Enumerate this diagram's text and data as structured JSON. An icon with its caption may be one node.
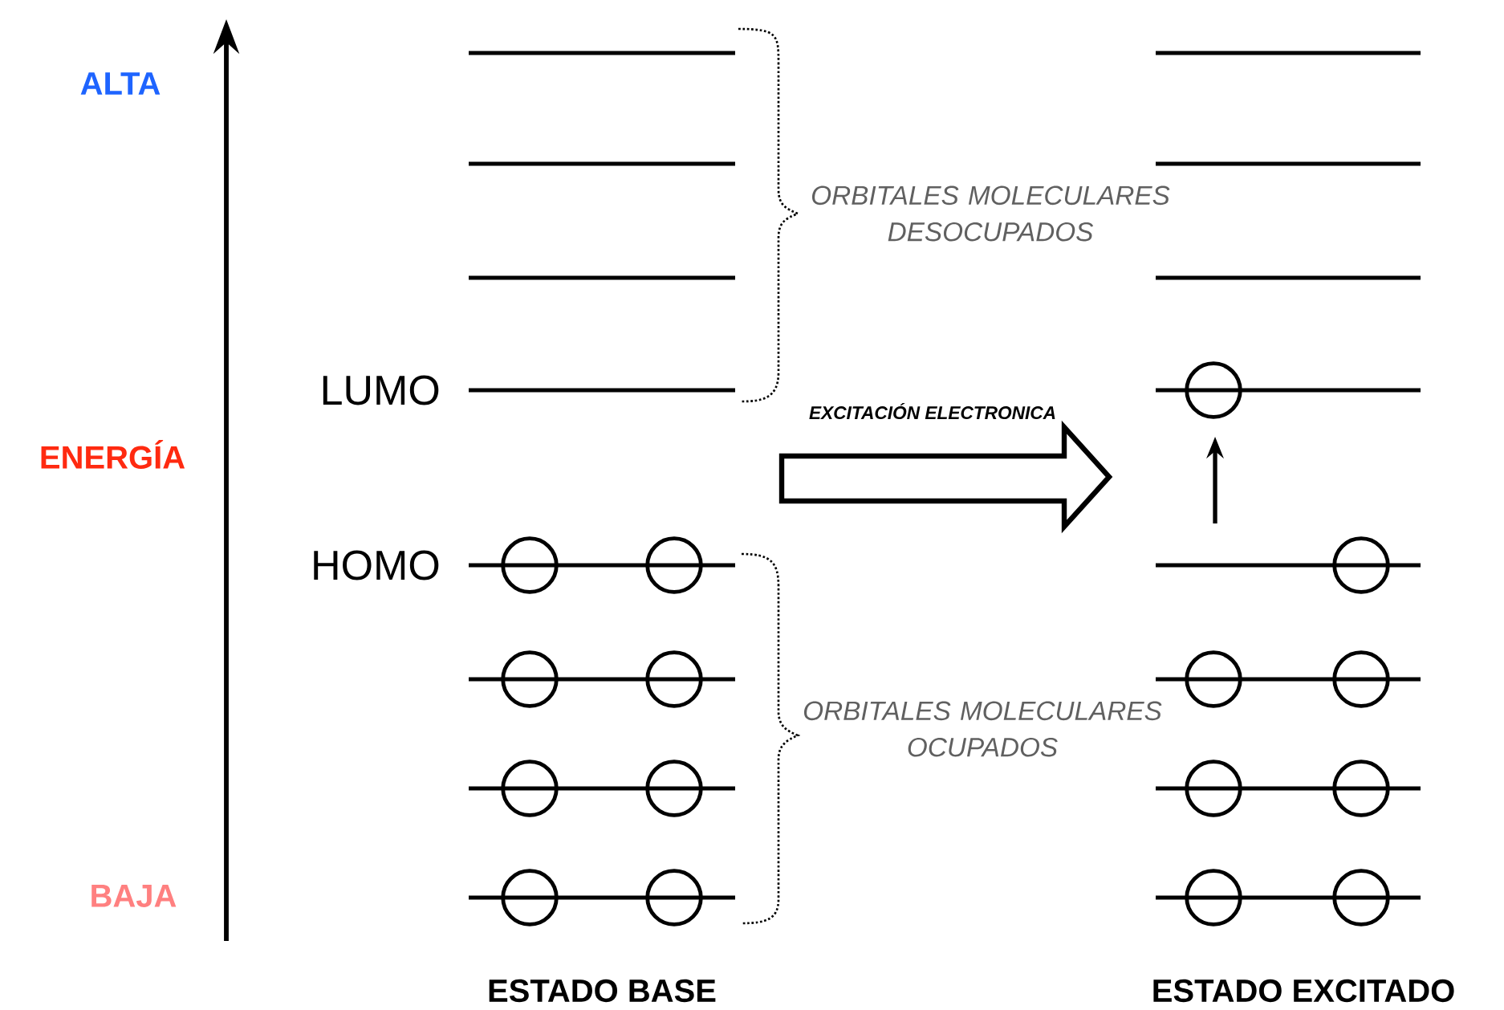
{
  "diagram": {
    "labels": [
      "ALTA",
      "ORBITALES MOLECULARES DESOCUPADOS",
      "LUMO",
      "EXCITACIÓN ELECTRONICA",
      "ENERGÍA",
      "HOMO",
      "ORBITALES MOLECULARES OCUPADOS",
      "BAJA",
      "ESTADO BASE",
      "ESTADO EXCITADO"
    ]
  }
}
